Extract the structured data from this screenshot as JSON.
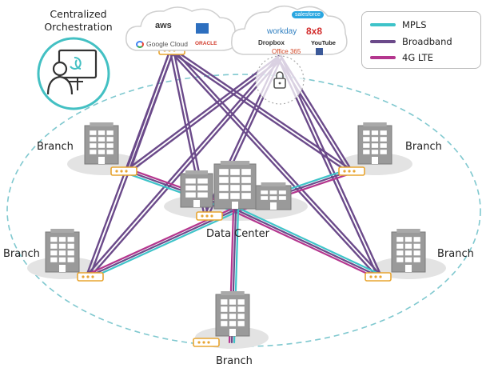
{
  "orchestration": {
    "label_line1": "Centralized",
    "label_line2": "Orchestration"
  },
  "legend": {
    "items": [
      {
        "label": "MPLS",
        "color": "#3ec3c9"
      },
      {
        "label": "Broadband",
        "color": "#6b4a8a"
      },
      {
        "label": "4G LTE",
        "color": "#b4368e"
      }
    ]
  },
  "clouds": {
    "iaas": {
      "logos": [
        "aws",
        "Google Cloud",
        "ORACLE"
      ]
    },
    "saas": {
      "logos": [
        "salesforce",
        "workday",
        "8x8",
        "Dropbox",
        "YouTube",
        "Office 365"
      ]
    }
  },
  "nodes": {
    "data_center": "Data Center",
    "branch_label": "Branch"
  },
  "colors": {
    "mpls": "#3ec3c9",
    "broadband": "#6b4a8a",
    "lte": "#b4368e",
    "building": "#9a9a9a",
    "router": "#e8a531",
    "ellipse": "#7fc8cf"
  }
}
